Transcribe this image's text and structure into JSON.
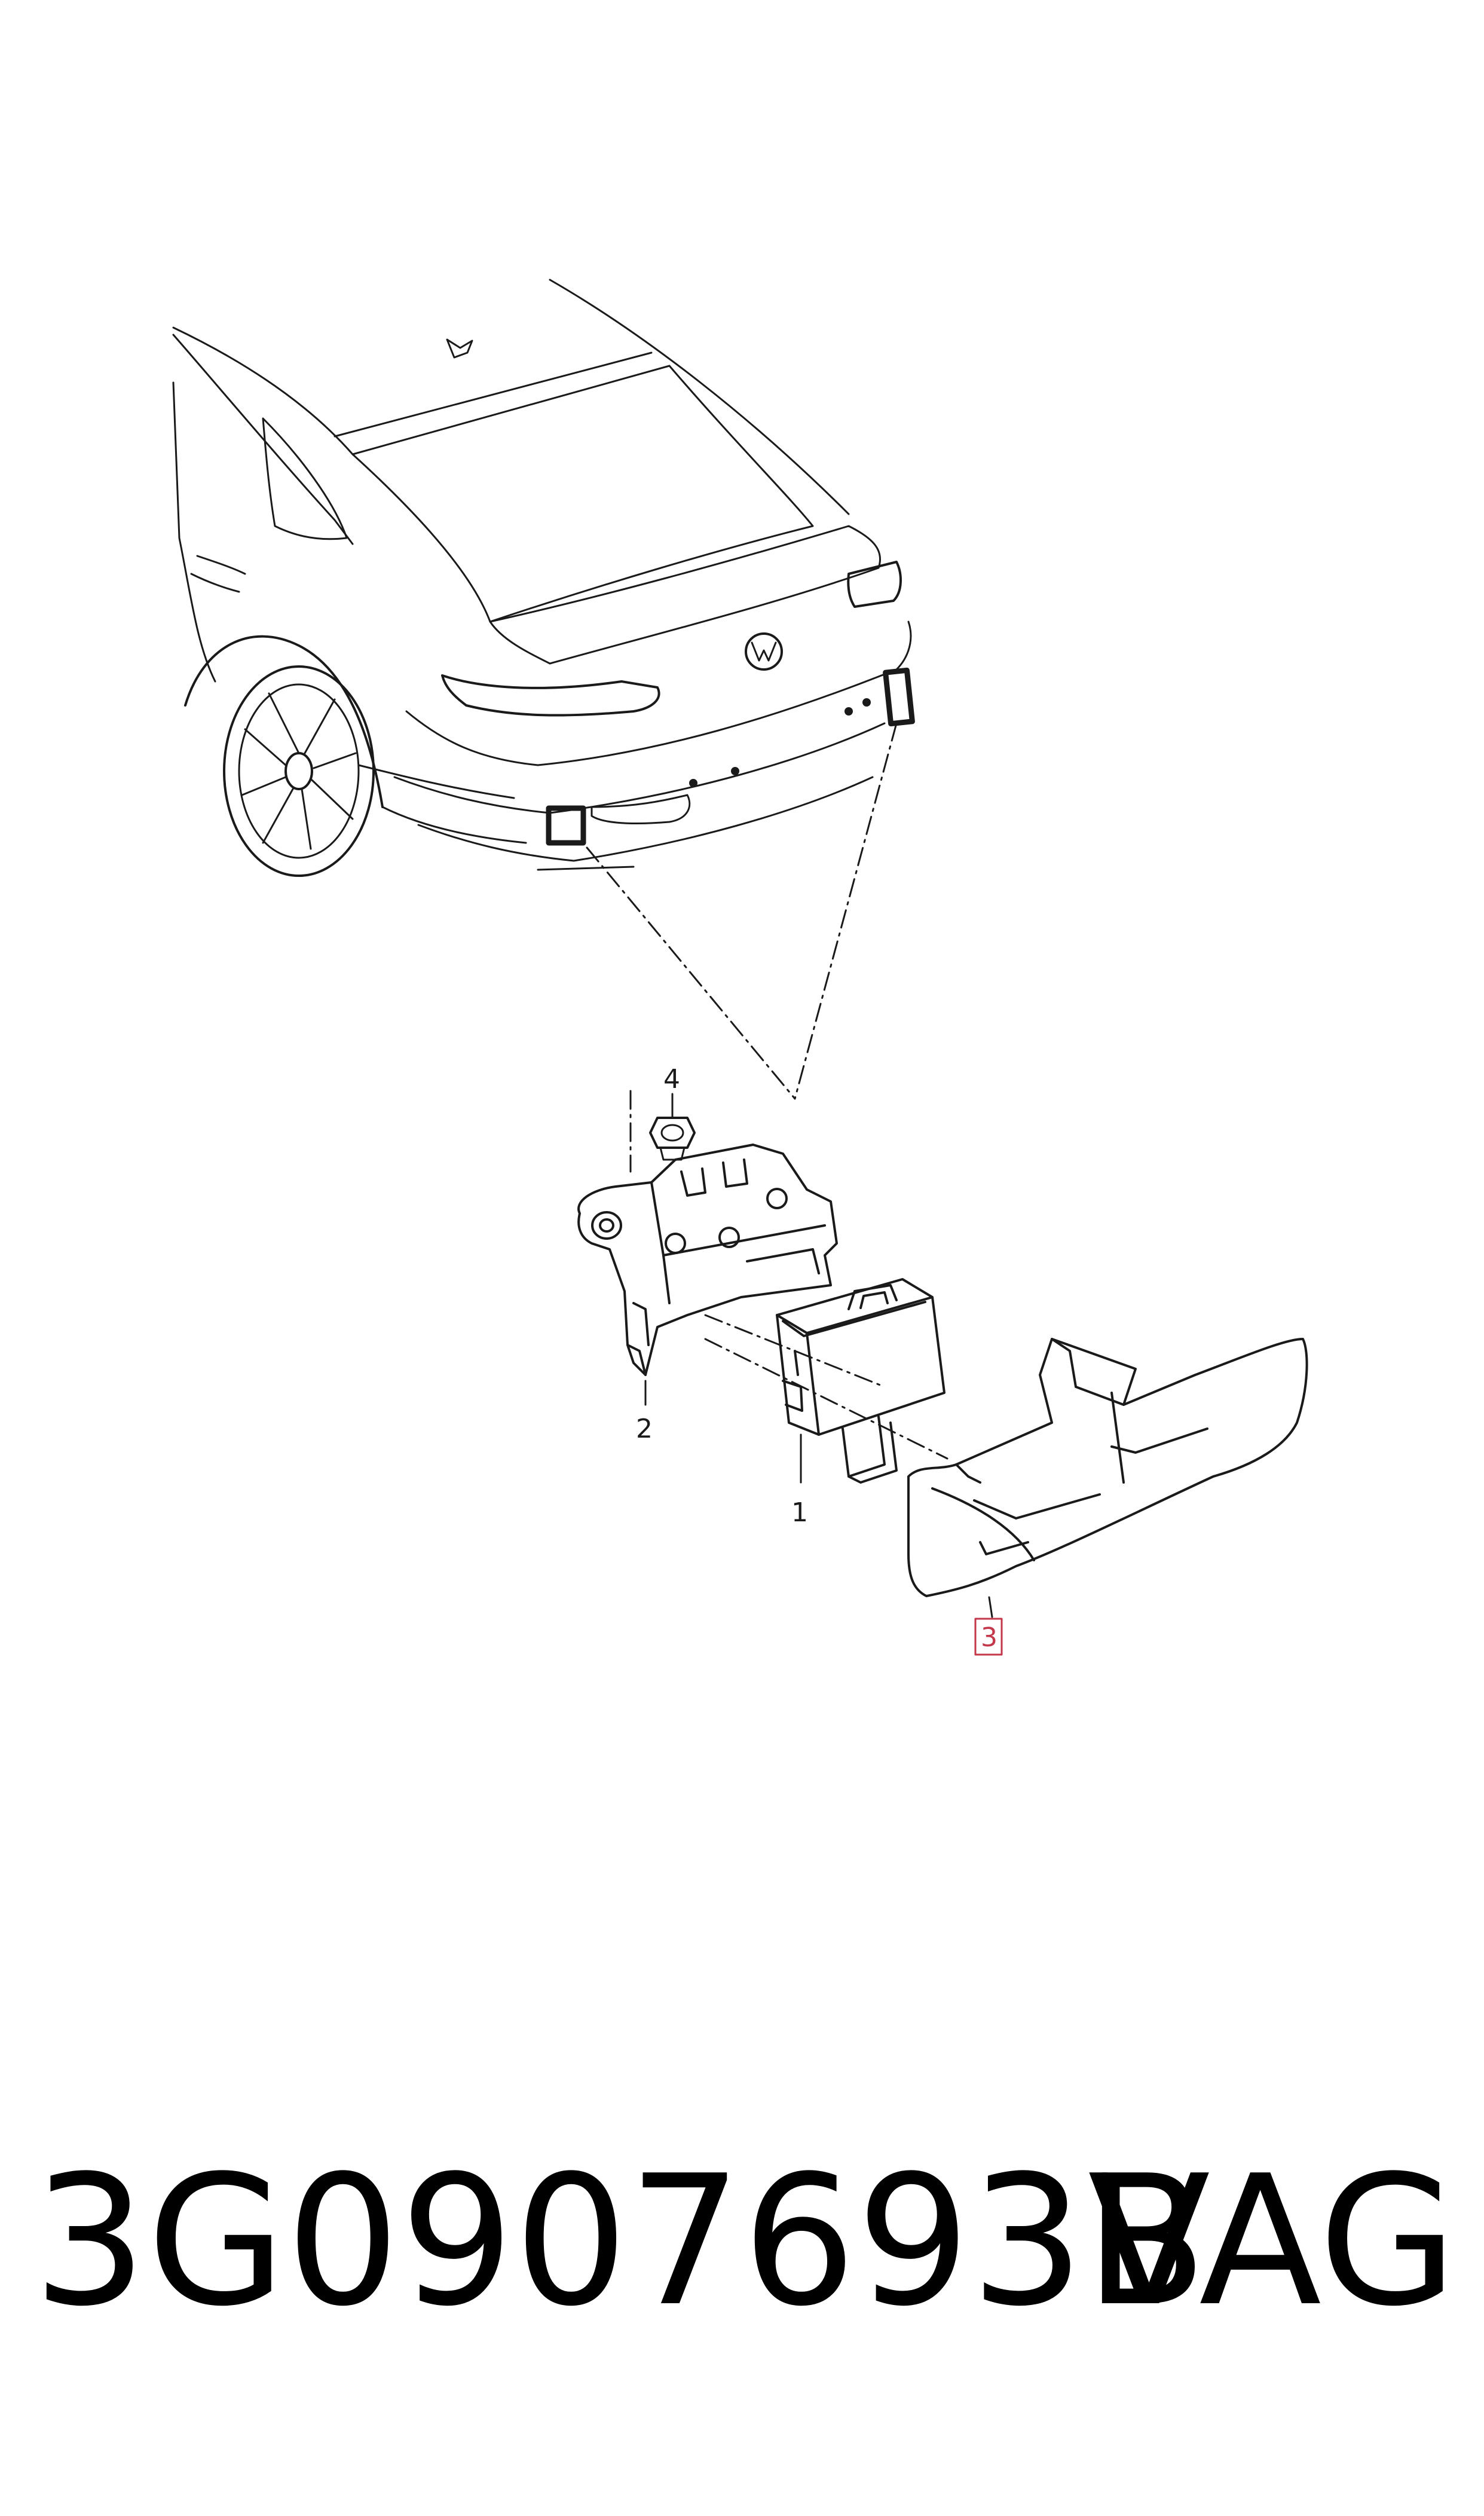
{
  "callouts": {
    "item_1": "1",
    "item_2": "2",
    "item_3": "3",
    "item_4": "4"
  },
  "footer": {
    "part_number": "3G0907693B",
    "brand": "VAG"
  },
  "colors": {
    "line": "#1a1a1a",
    "highlight": "#c4364a"
  }
}
